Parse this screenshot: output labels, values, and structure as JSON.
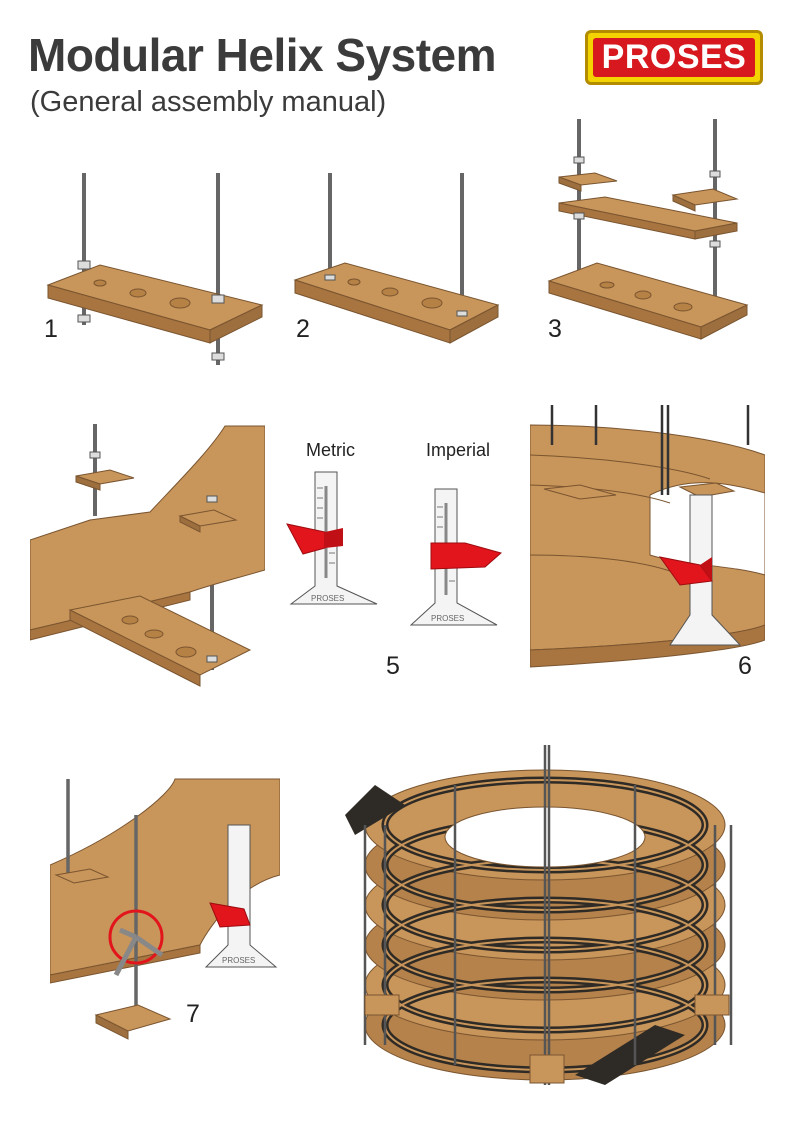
{
  "header": {
    "title": "Modular Helix System",
    "subtitle": "(General assembly manual)",
    "logo_text": "PROSES"
  },
  "steps": [
    {
      "number": "1"
    },
    {
      "number": "2"
    },
    {
      "number": "3"
    },
    {
      "number": "5"
    },
    {
      "number": "6"
    },
    {
      "number": "7"
    }
  ],
  "gauges": {
    "metric_label": "Metric",
    "imperial_label": "Imperial",
    "brand_mark": "PROSES"
  },
  "colors": {
    "mdf": "#c8955a",
    "mdf_edge": "#9d6f3e",
    "rod": "#6f6f6f",
    "gauge_red": "#e2141c",
    "track": "#2e2a26",
    "logo_yellow": "#f3d400",
    "logo_red": "#d7191f"
  }
}
